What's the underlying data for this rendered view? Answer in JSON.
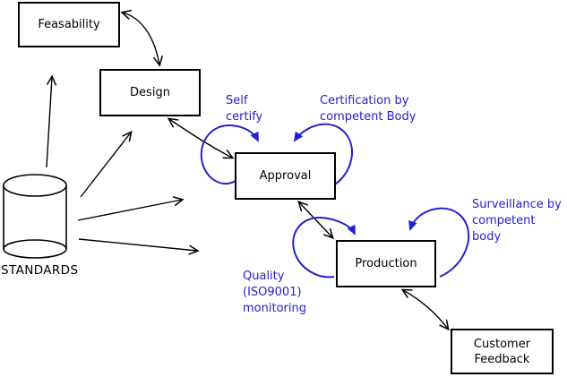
{
  "diagram": {
    "title": "product lifecycle process flow",
    "colors": {
      "box_border": "#000000",
      "arrow": "#000000",
      "annotation_blue": "#2222cc",
      "background": "#ffffff"
    },
    "nodes": {
      "feasability": {
        "label": "Feasability"
      },
      "design": {
        "label": "Design"
      },
      "approval": {
        "label": "Approval"
      },
      "production": {
        "label": "Production"
      },
      "customer_feedback": {
        "label": "Customer\nFeedback"
      }
    },
    "datastore": {
      "label": "STANDARDS"
    },
    "annotations": {
      "self_certify": {
        "label": "Self\ncertify"
      },
      "certification": {
        "label": "Certification by\ncompetent Body"
      },
      "surveillance": {
        "label": "Surveillance by\ncompetent body"
      },
      "quality": {
        "label": "Quality\n(ISO9001)\nmonitoring"
      }
    },
    "connections": [
      "Feasability <-> Design",
      "Design <-> Approval",
      "Approval <-> Production",
      "Production <-> Customer Feedback",
      "STANDARDS -> Feasability",
      "STANDARDS -> Design",
      "STANDARDS -> Approval",
      "STANDARDS -> Production",
      "Approval self-loop: Self certify",
      "Approval self-loop: Certification by competent Body",
      "Production self-loop: Quality (ISO9001) monitoring",
      "Production self-loop: Surveillance by competent body"
    ]
  }
}
